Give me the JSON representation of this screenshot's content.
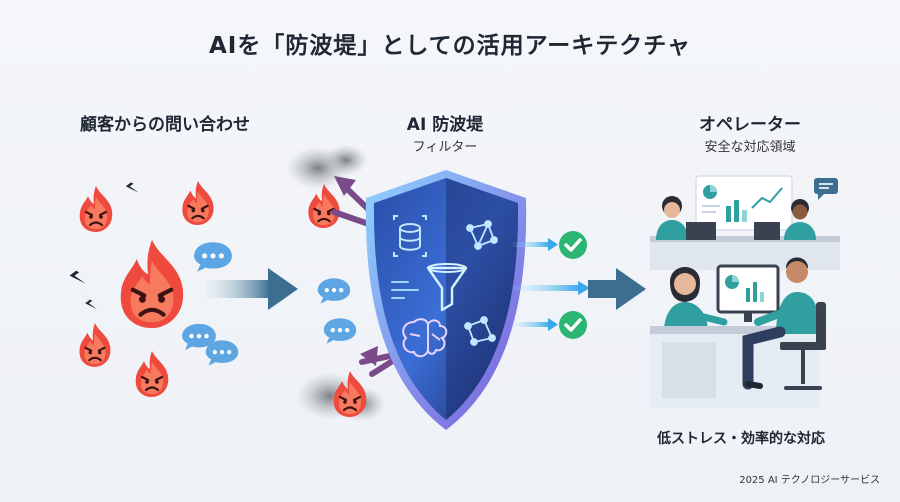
{
  "title": "AIを「防波堤」としての活用アーキテクチャ",
  "left": {
    "label": "顧客からの問い合わせ"
  },
  "center": {
    "label": "AI 防波堤",
    "sub": "フィルター"
  },
  "right": {
    "label": "オペレーター",
    "sub": "安全な対応領域",
    "caption": "低ストレス・効率的な対応"
  },
  "footer": "2025 AI テクノロジーサービス",
  "icons": [
    "angry-flame-icon",
    "lightning-icon",
    "chat-bubble-icon",
    "shield-icon",
    "database-icon",
    "network-icon",
    "funnel-icon",
    "brain-icon",
    "check-icon",
    "smoke-icon",
    "operator-icon",
    "dashboard-icon"
  ],
  "colors": {
    "flame": "#e8403a",
    "shield_blue": "#3d63c9",
    "check_green": "#2bb673",
    "arrow_teal": "#3c6f8f",
    "deflect_purple": "#7a4a8a",
    "operator_teal": "#2f9fa0"
  }
}
